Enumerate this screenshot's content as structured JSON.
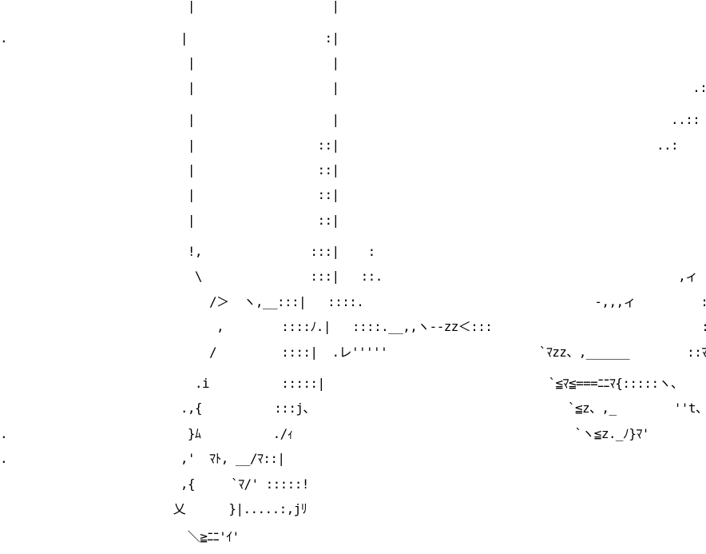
{
  "art": {
    "lines": [
      "                          |                   |                                                         .:::::  ::::::,",
      ".                        |                   :|                                                     .:::::   .::::::i",
      "                          |                   |                                                   .::::    .:::::::!",
      "                          |                   |                                                 .:::     .:::::::|",
      "                          |                   |                                              ..::     .::::::::|",
      "                          |                 ::|                                            ..:        :::::::::|",
      "                          |                 ::|                                                       ::::::::|",
      "                          |                 ::|                                                        :::::|",
      "                          |                 ::|                                                        ::::ノ",
      "                          !,               :::|    :                                                  :,ィ",
      "                           \\               :::|   ::.                                         ,ィ  /::'ヽ",
      "                             /＞  ヽ,__:::|   ::::.                                -,,,ィ         ::'ヽ",
      "                              ,        ::::ﾉ.|   ::::.__,,ヽ--zz＜:::                             ::::'ﾏi、",
      "                             /         ::::|  .レ'''''                     `ﾏzz、,______        ::ﾏﾄ、",
      "                           .i          :::::|                               `≦ﾏ≦===ﾆﾆﾏ{:::::ヽ、",
      "                         .,{          :::j、                                   `≦z、,_        ''t、..:jﾘ",
      ".                         }ﾑ          ./ｨ                                       `ヽ≦z._ﾉ}ﾏ'",
      ".                        ,'  ﾏﾄ, __/ﾏ::|",
      "                         ,{     `ﾏ/' :::::!",
      "                        乂      }|.....:,jﾘ",
      "                          ＼≧ﾆﾆ'ｲ'"
    ]
  }
}
